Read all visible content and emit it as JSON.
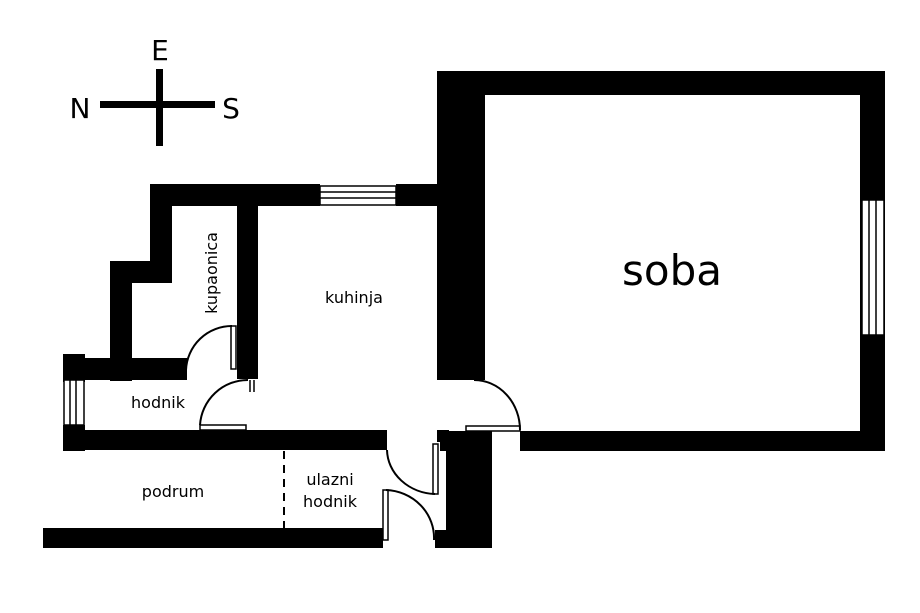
{
  "compass": {
    "north": "N",
    "east": "E",
    "south": "S"
  },
  "rooms": {
    "soba": "soba",
    "kuhinja": "kuhinja",
    "kupaonica": "kupaonica",
    "hodnik": "hodnik",
    "podrum": "podrum",
    "ulazni_hodnik_line1": "ulazni",
    "ulazni_hodnik_line2": "hodnik"
  },
  "colors": {
    "wall": "#000000",
    "background": "#ffffff"
  }
}
